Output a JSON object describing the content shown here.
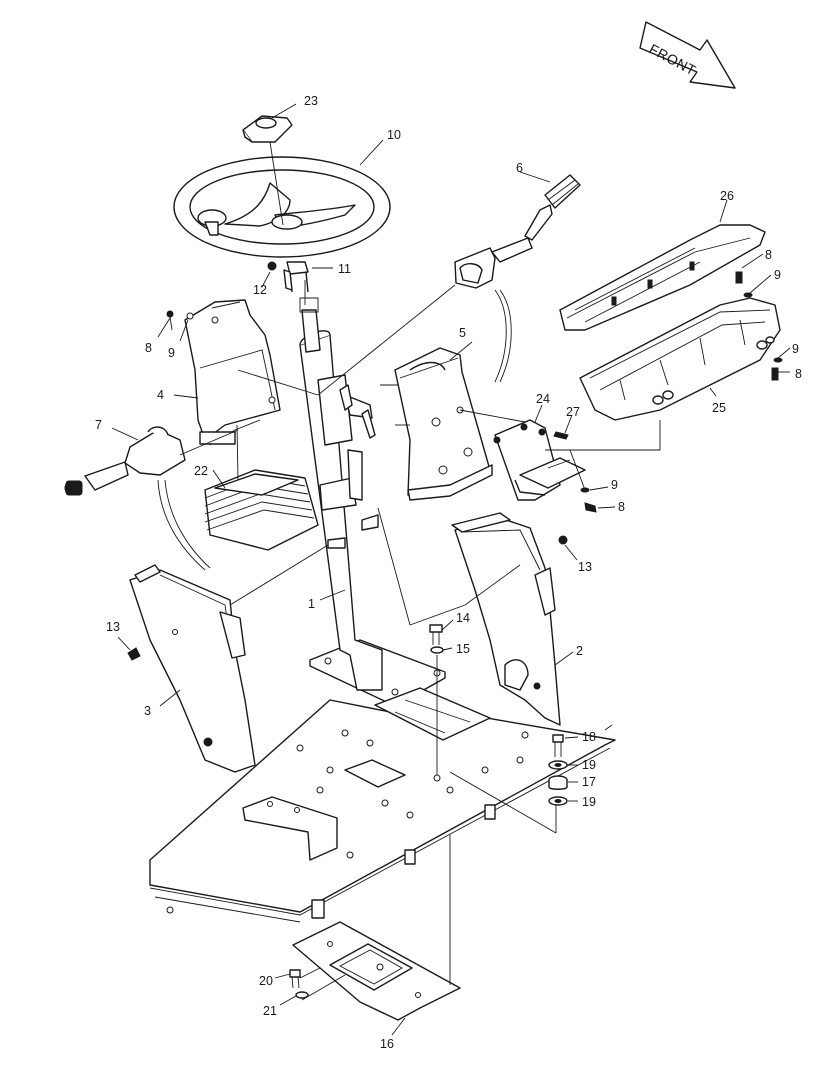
{
  "front_arrow": {
    "label": "FRONT"
  },
  "callouts": {
    "c1": "1",
    "c2": "2",
    "c3": "3",
    "c4": "4",
    "c5": "5",
    "c6": "6",
    "c7": "7",
    "c8a": "8",
    "c8b": "8",
    "c8c": "8",
    "c8d": "8",
    "c9a": "9",
    "c9b": "9",
    "c9c": "9",
    "c9d": "9",
    "c10": "10",
    "c11": "11",
    "c12": "12",
    "c13a": "13",
    "c13b": "13",
    "c14": "14",
    "c15": "15",
    "c16": "16",
    "c17": "17",
    "c18": "18",
    "c19a": "19",
    "c19b": "19",
    "c20": "20",
    "c21": "21",
    "c22": "22",
    "c23": "23",
    "c24": "24",
    "c25": "25",
    "c26": "26",
    "c27": "27"
  }
}
